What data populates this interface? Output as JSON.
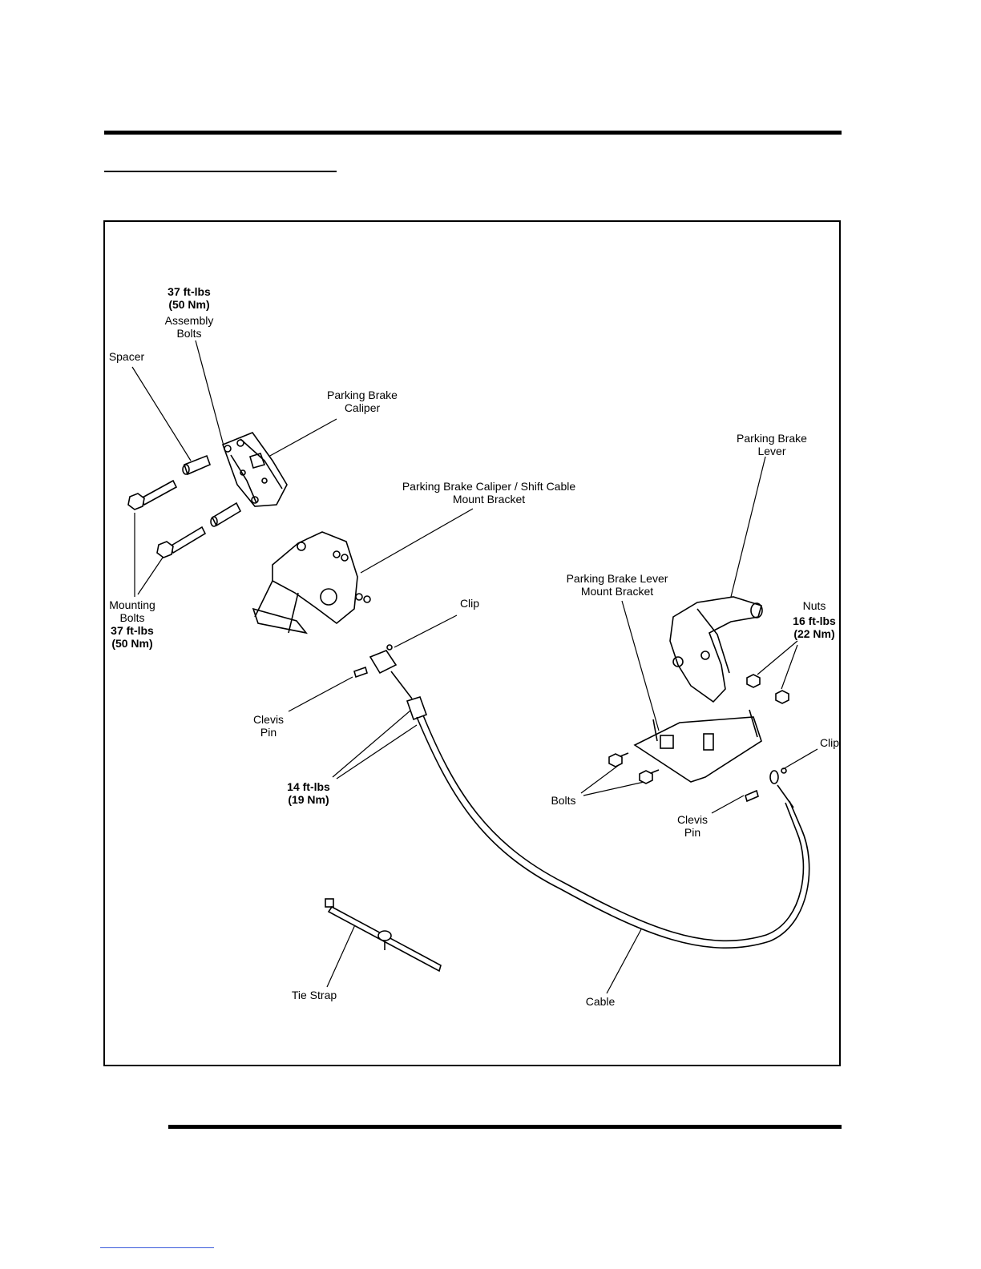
{
  "diagram": {
    "labels": {
      "assembly_bolts": {
        "torque_ft": "37 ft-lbs",
        "torque_nm": "(50 Nm)",
        "line1": "Assembly",
        "line2": "Bolts"
      },
      "spacer": "Spacer",
      "caliper": {
        "line1": "Parking Brake",
        "line2": "Caliper"
      },
      "mount_bracket": {
        "line1": "Parking Brake Caliper / Shift Cable",
        "line2": "Mount Bracket"
      },
      "lever": {
        "line1": "Parking Brake",
        "line2": "Lever"
      },
      "mounting_bolts": {
        "line1": "Mounting",
        "line2": "Bolts",
        "torque_ft": "37 ft-lbs",
        "torque_nm": "(50 Nm)"
      },
      "clip_left": "Clip",
      "lever_bracket": {
        "line1": "Parking Brake Lever",
        "line2": "Mount Bracket"
      },
      "nuts": {
        "line1": "Nuts",
        "torque_ft": "16 ft-lbs",
        "torque_nm": "(22 Nm)"
      },
      "clevis_left": {
        "line1": "Clevis",
        "line2": "Pin"
      },
      "cable_nuts": {
        "torque_ft": "14 ft-lbs",
        "torque_nm": "(19 Nm)"
      },
      "clip_right": "Clip",
      "bolts": "Bolts",
      "clevis_right": {
        "line1": "Clevis",
        "line2": "Pin"
      },
      "tie_strap": "Tie Strap",
      "cable": "Cable"
    }
  }
}
